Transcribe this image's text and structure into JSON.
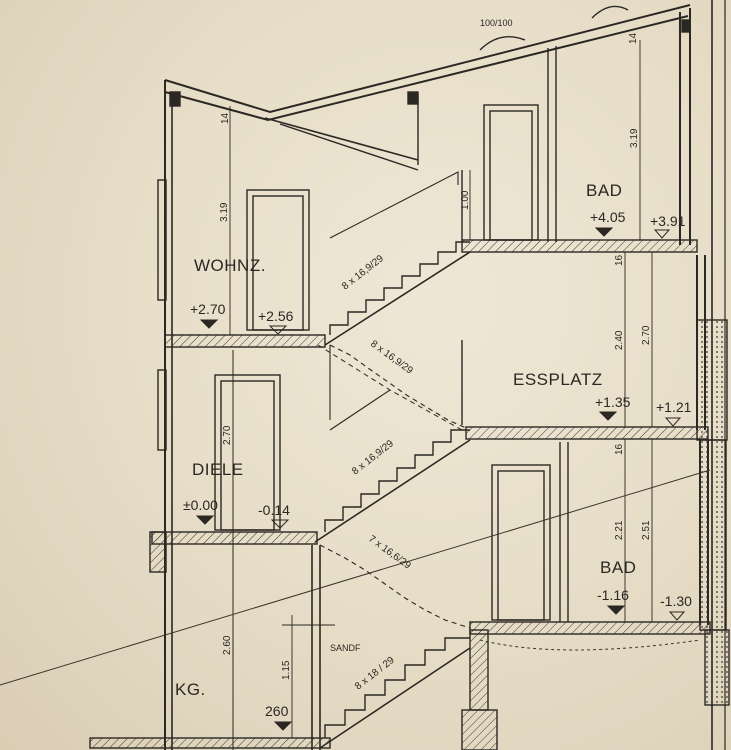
{
  "rooms": {
    "wohnz": "WOHNZ.",
    "bad_upper": "BAD",
    "essplatz": "ESSPLATZ",
    "diele": "DIELE",
    "bad_lower": "BAD",
    "kg": "KG.",
    "sandf": "SANDF"
  },
  "levels": {
    "l405": "+4.05",
    "l391": "+3.91",
    "l270": "+2.70",
    "l256": "+2.56",
    "l135": "+1.35",
    "l121": "+1.21",
    "l000": "±0.00",
    "lm014": "-0.14",
    "lm116": "-1.16",
    "lm130": "-1.30",
    "l260": "260"
  },
  "stairs": {
    "s1": "8 x 16,9/29",
    "s2": "8 x 16,9/29",
    "s3": "8 x 16,9/29",
    "s4": "7 x 16,6/29",
    "s5": "8 x 18 / 29"
  },
  "dims": {
    "top_box": "100/100",
    "d14a": "14",
    "d14b": "14",
    "d319a": "3.19",
    "d319b": "3.19",
    "d100": "1.00",
    "d16a": "16",
    "d240": "2.40",
    "d270a": "2.70",
    "d270b": "2.70",
    "d16b": "16",
    "d221": "2.21",
    "d251": "2.51",
    "d260": "2.60",
    "d115": "1.15"
  }
}
